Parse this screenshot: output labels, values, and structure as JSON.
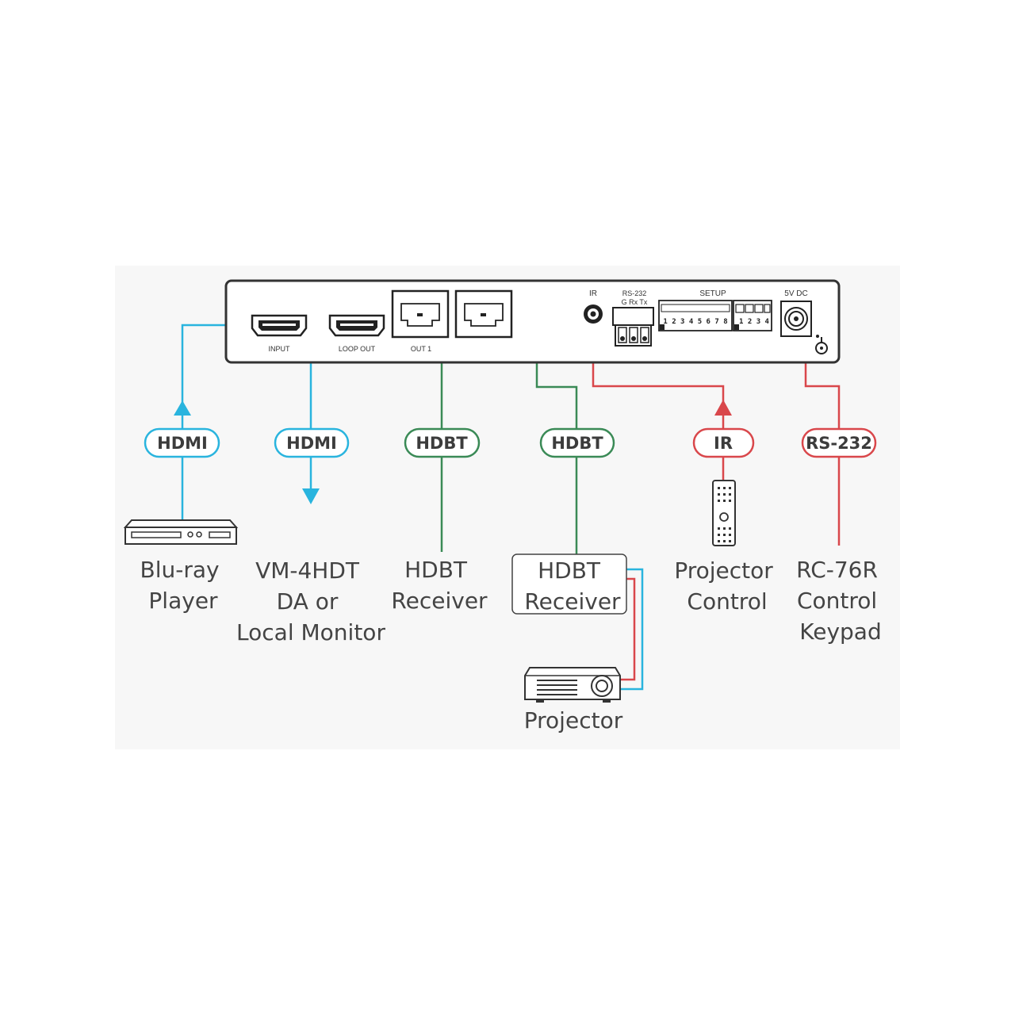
{
  "device": {
    "ports": {
      "input": "INPUT",
      "loop_out": "LOOP OUT",
      "out1": "OUT 1",
      "ir": "IR",
      "rs232": "RS-232",
      "rs232_pins": "G  Rx  Tx",
      "setup": "SETUP",
      "dip_left_numbers": "1 2 3 4 5 6 7 8",
      "dip_right_numbers": "1 2 3 4",
      "power": "5V DC"
    }
  },
  "connections": [
    {
      "pill": "HDMI",
      "color": "#29b4de",
      "label": [
        "Blu-ray",
        "Player"
      ]
    },
    {
      "pill": "HDMI",
      "color": "#29b4de",
      "label": [
        "VM-4HDT",
        "DA or",
        "Local Monitor"
      ]
    },
    {
      "pill": "HDBT",
      "color": "#3a8a56",
      "label": [
        "HDBT",
        "Receiver"
      ]
    },
    {
      "pill": "HDBT",
      "color": "#3a8a56",
      "label": [
        "HDBT",
        "Receiver"
      ]
    },
    {
      "pill": "IR",
      "color": "#d9474b",
      "label": [
        "Projector",
        "Control"
      ]
    },
    {
      "pill": "RS-232",
      "color": "#d9474b",
      "label": [
        "RC-76R",
        "Control",
        "Keypad"
      ]
    }
  ],
  "projector": {
    "label": "Projector"
  },
  "colors": {
    "hdmi": "#29b4de",
    "hdbt": "#3a8a56",
    "control": "#d9474b",
    "panel_border": "#333333",
    "background": "#f7f7f7"
  }
}
